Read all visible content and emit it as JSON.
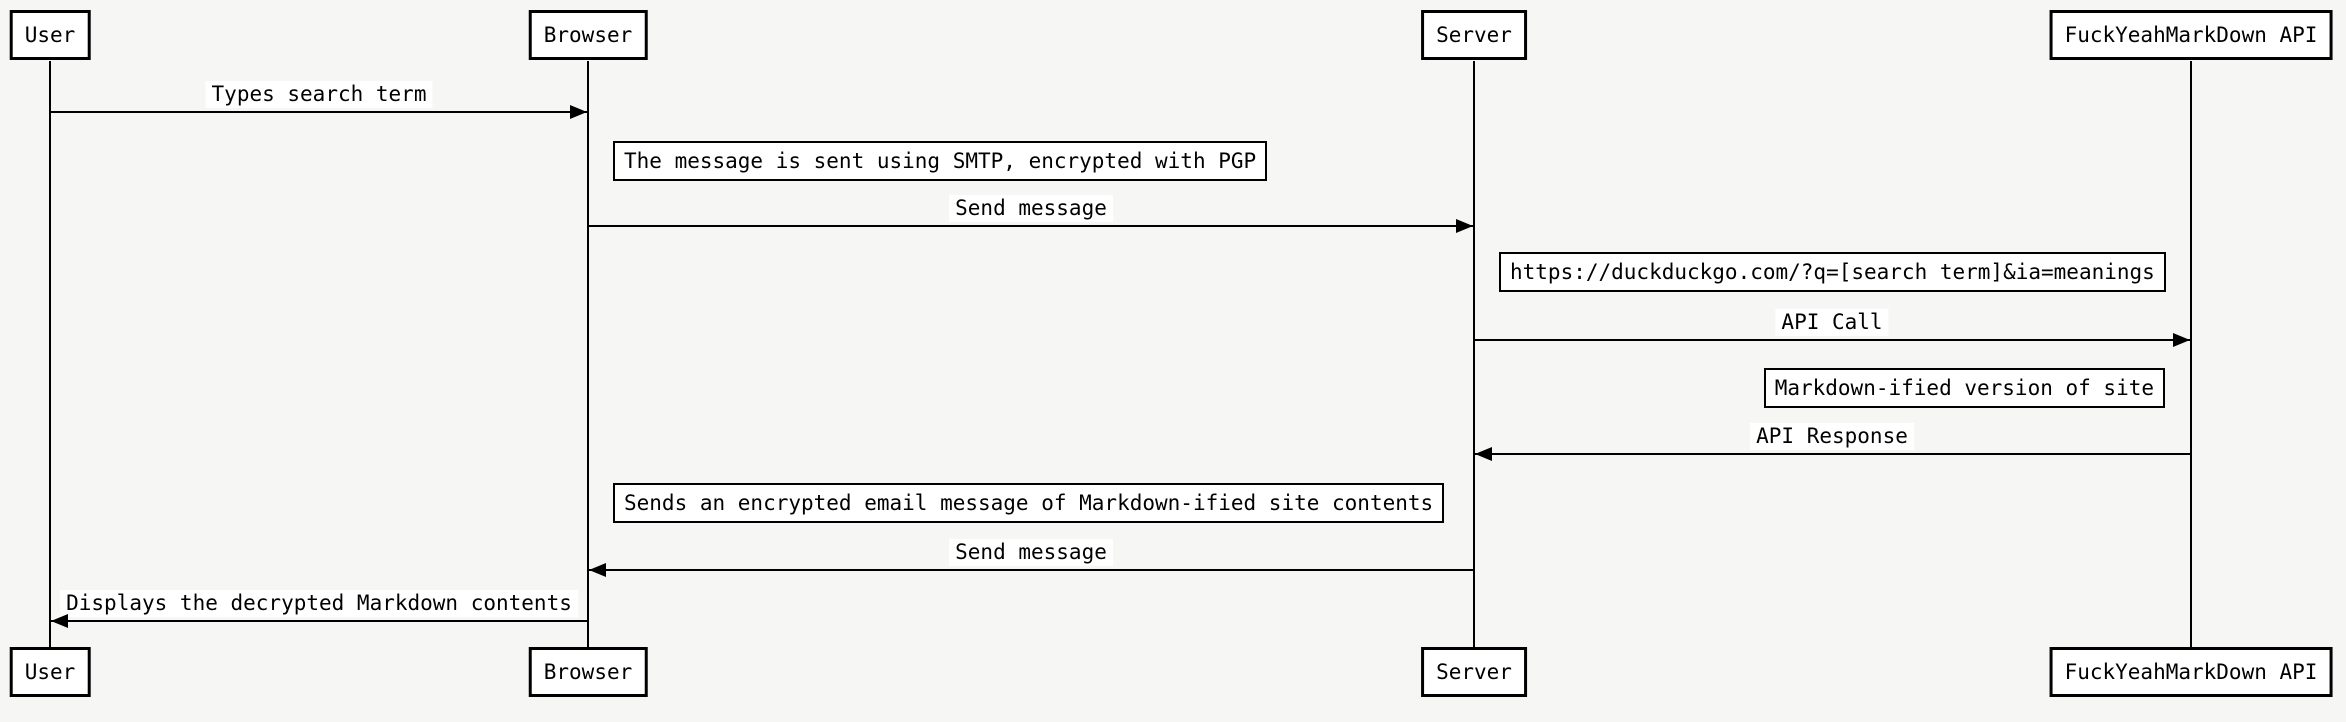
{
  "diagram_type": "uml-sequence-diagram",
  "colors": {
    "background": "#f6f6f4",
    "line": "#000000",
    "box_fill": "#ffffff",
    "text": "#000000"
  },
  "actors": [
    {
      "id": "user",
      "name": "User"
    },
    {
      "id": "browser",
      "name": "Browser"
    },
    {
      "id": "server",
      "name": "Server"
    },
    {
      "id": "api",
      "name": "FuckYeahMarkDown API"
    }
  ],
  "signals": [
    {
      "from": "User",
      "to": "Browser",
      "label": "Types search term"
    },
    {
      "from": "Browser",
      "to": "Server",
      "label": "Send message"
    },
    {
      "from": "Server",
      "to": "FuckYeahMarkDown API",
      "label": "API Call"
    },
    {
      "from": "FuckYeahMarkDown API",
      "to": "Server",
      "label": "API Response"
    },
    {
      "from": "Server",
      "to": "Browser",
      "label": "Send message"
    },
    {
      "from": "Browser",
      "to": "User",
      "label": "Displays the decrypted Markdown contents"
    }
  ],
  "notes": [
    {
      "position": "right of Browser",
      "text": "The message is sent using SMTP, encrypted with PGP"
    },
    {
      "position": "right of Server",
      "text": "https://duckduckgo.com/?q=[search term]&ia=meanings"
    },
    {
      "position": "left of FuckYeahMarkDown API",
      "text": "Markdown-ified version of site"
    },
    {
      "position": "right of Browser",
      "text": "Sends an encrypted email message of Markdown-ified site contents"
    }
  ]
}
